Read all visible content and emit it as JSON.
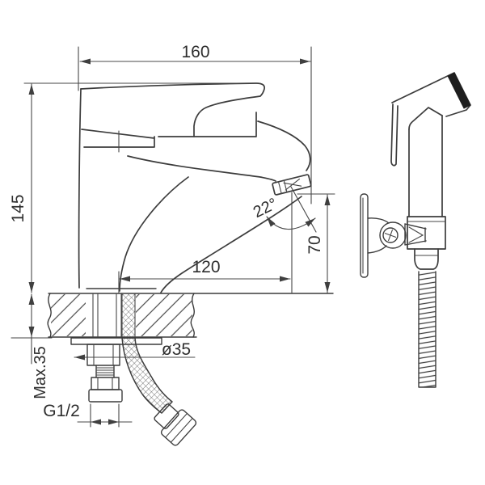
{
  "drawing": {
    "type": "technical-installation-diagram",
    "subject": "single-lever basin mixer faucet with handheld bidet sprayer, wall bracket and hoses",
    "colors": {
      "background": "#ffffff",
      "line": "#3c3c3c",
      "text": "#2f2f2f",
      "nozzle_fill": "#1e1e1e"
    },
    "labels": {
      "overall_width": "160",
      "overall_height": "145",
      "spout_reach": "120",
      "outlet_height": "70",
      "spray_angle": "22°",
      "hole_diameter": "ø35",
      "max_mounting_thickness": "Max.35",
      "thread_size": "G1/2"
    }
  }
}
